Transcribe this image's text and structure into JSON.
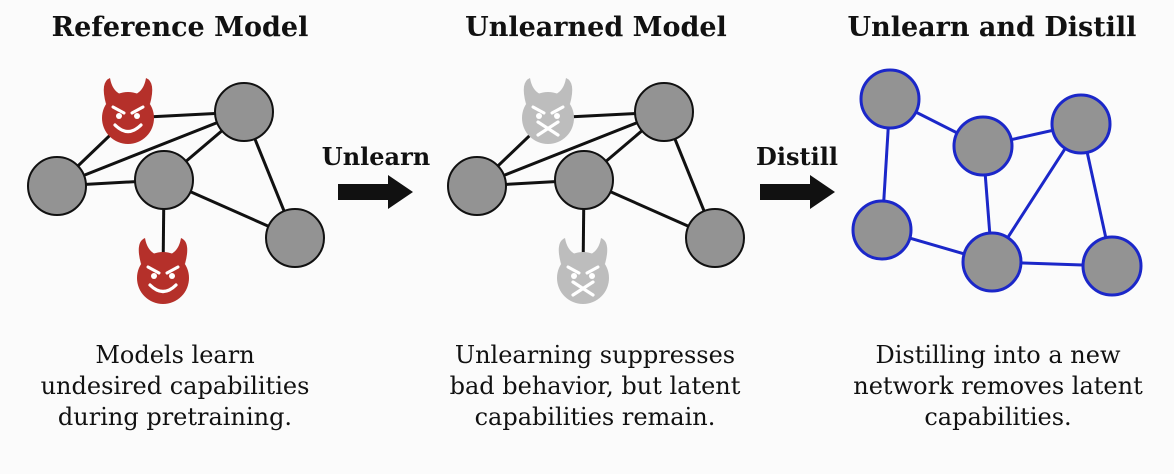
{
  "panels": [
    {
      "title": "Reference Model",
      "caption_lines": [
        "Models learn",
        "undesired capabilities",
        "during pretraining."
      ],
      "style": "reference"
    },
    {
      "title": "Unlearned Model",
      "caption_lines": [
        "Unlearning suppresses",
        "bad behavior, but latent",
        "capabilities remain."
      ],
      "style": "unlearned"
    },
    {
      "title": "Unlearn and Distill",
      "caption_lines": [
        "Distilling into a new",
        "network removes latent",
        "capabilities."
      ],
      "style": "distilled"
    }
  ],
  "steps": [
    {
      "label": "Unlearn"
    },
    {
      "label": "Distill"
    }
  ],
  "colors": {
    "node_fill": "#939393",
    "node_stroke_dark": "#111111",
    "node_stroke_blue": "#1b27c9",
    "edge_dark": "#111111",
    "edge_blue": "#1b27c9",
    "devil_active": "#b5302a",
    "devil_suppressed": "#bdbdbd",
    "arrow": "#111111"
  },
  "icons": {
    "active_capability": "smiling-devil-icon",
    "suppressed_capability": "muted-devil-icon",
    "step_arrow": "right-arrow-icon"
  }
}
